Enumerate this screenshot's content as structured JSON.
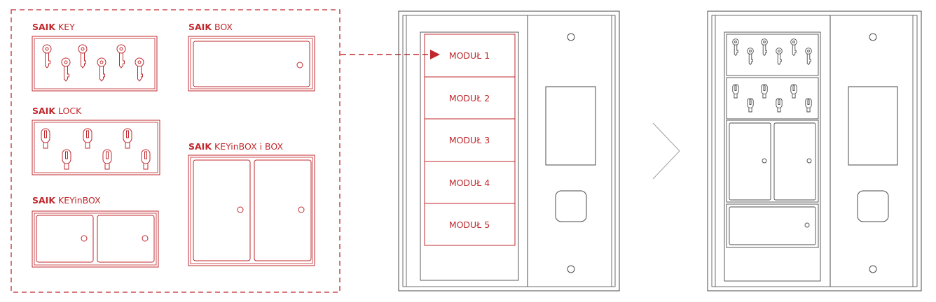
{
  "colors": {
    "accent": "#c0282d",
    "line": "#4a4a4a",
    "muted": "#9a9a9a"
  },
  "modules_panel": {
    "items": [
      {
        "brand": "SAIK",
        "name": "KEY"
      },
      {
        "brand": "SAIK",
        "name": "BOX"
      },
      {
        "brand": "SAIK",
        "name": "LOCK"
      },
      {
        "brand": "SAIK",
        "name": "KEYinBOX i BOX"
      },
      {
        "brand": "SAIK",
        "name": "KEYinBOX"
      }
    ]
  },
  "cabinet": {
    "slots": [
      "MODUŁ 1",
      "MODUŁ 2",
      "MODUŁ 3",
      "MODUŁ 4",
      "MODUŁ 5"
    ]
  },
  "icons": {
    "connector": "dashed-arrow-icon",
    "transition": "chevron-right-icon"
  }
}
